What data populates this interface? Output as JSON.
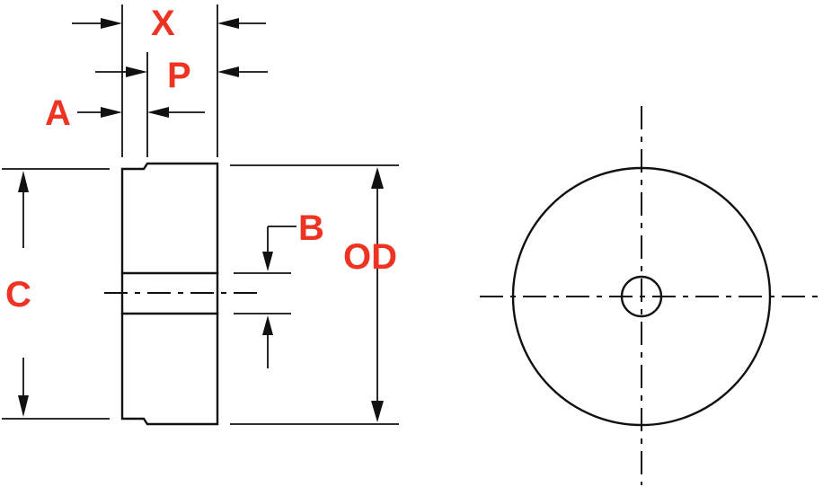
{
  "labels": {
    "x": "X",
    "p": "P",
    "a": "A",
    "b": "B",
    "od": "OD",
    "c": "C"
  },
  "colors": {
    "label": "#ee3322",
    "line": "#111111",
    "background": "#ffffff"
  }
}
